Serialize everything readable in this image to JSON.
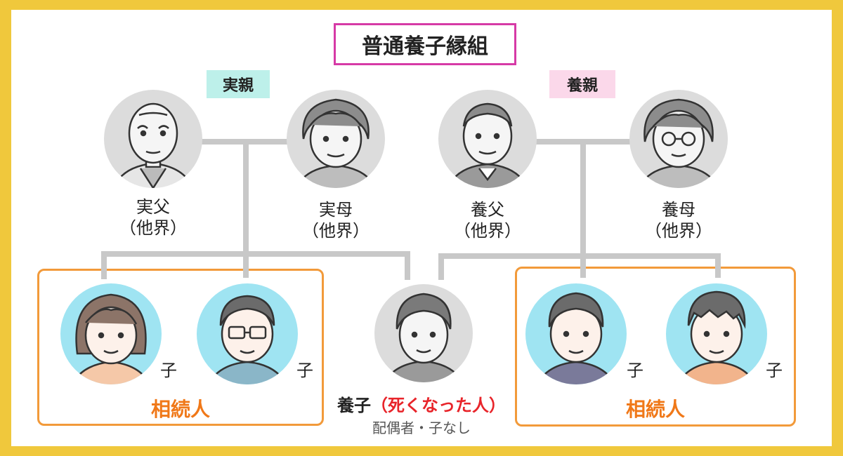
{
  "title": "普通養子縁組",
  "badges": {
    "real_parents": "実親",
    "adoptive_parents": "養親"
  },
  "people": {
    "real_father": {
      "line1": "実父",
      "line2": "（他界）"
    },
    "real_mother": {
      "line1": "実母",
      "line2": "（他界）"
    },
    "adoptive_father": {
      "line1": "養父",
      "line2": "（他界）"
    },
    "adoptive_mother": {
      "line1": "養母",
      "line2": "（他界）"
    }
  },
  "children": {
    "label": "子"
  },
  "heirs": {
    "label": "相続人"
  },
  "adoptee": {
    "name": "養子",
    "status": "（死くなった人）",
    "note": "配偶者・子なし"
  },
  "colors": {
    "frame": "#f0c83c",
    "title_border": "#d63aa6",
    "real_badge": "#bdf0ea",
    "adoptive_badge": "#fbd8ea",
    "heir_box": "#fefce0",
    "heir_border": "#f29a3a",
    "heir_text": "#f07818",
    "deceased_text": "#e8242a",
    "living_circle": "#9fe4f2",
    "deceased_circle": "#dcdcdc",
    "line": "#c8c8c8"
  }
}
